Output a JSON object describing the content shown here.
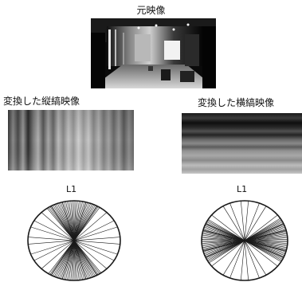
{
  "labels": {
    "original": "元映像",
    "vertical": "変換した縦縞映像",
    "horizontal": "変換した横縞映像",
    "l1_left": "L1",
    "l1_right": "L1"
  },
  "colors": {
    "line": "#1a1a1a",
    "background": "#ffffff"
  }
}
